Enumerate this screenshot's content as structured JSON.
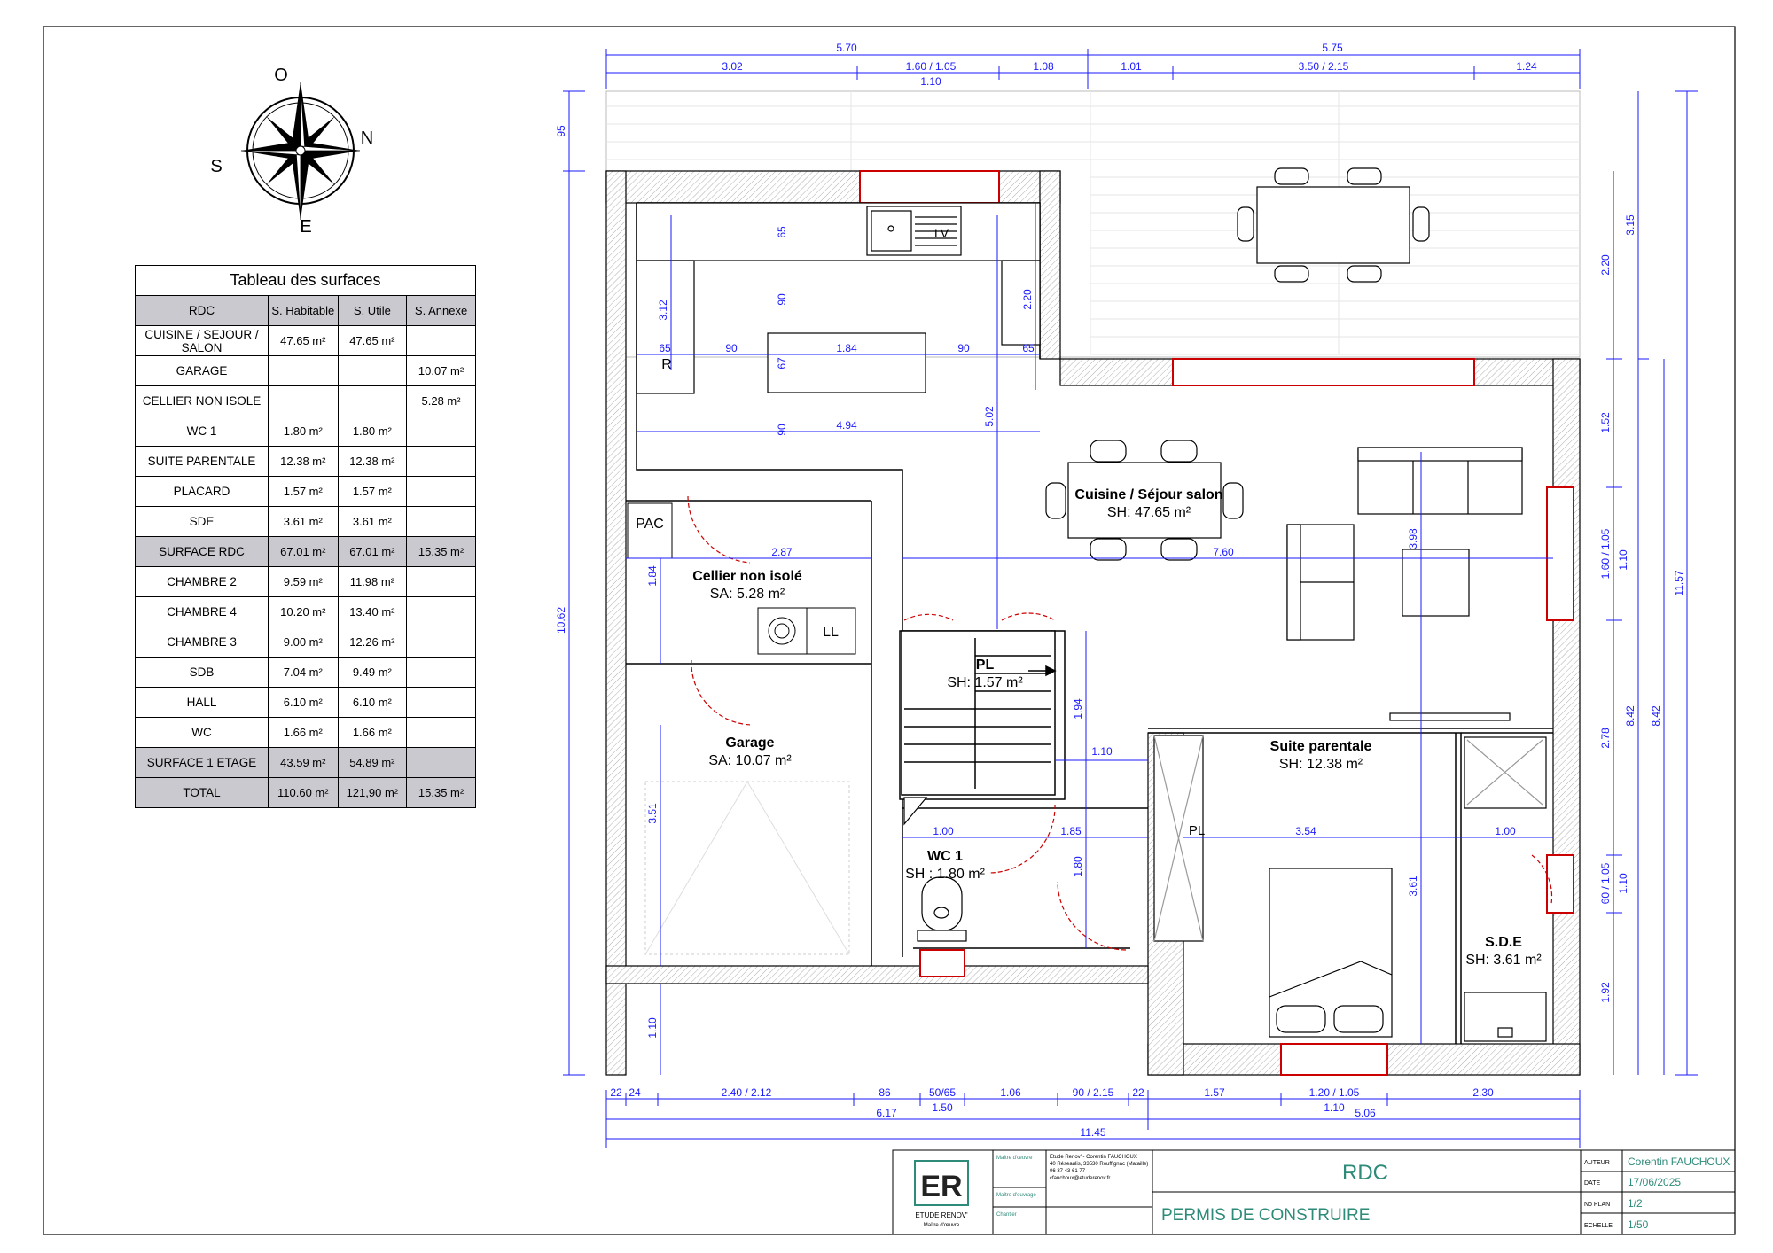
{
  "compass": {
    "north": "N",
    "south": "S",
    "east": "E",
    "west": "O"
  },
  "surface_table": {
    "title": "Tableau des surfaces",
    "headers": [
      "RDC",
      "S. Habitable",
      "S. Utile",
      "S. Annexe"
    ],
    "rows": [
      {
        "name": "CUISINE / SEJOUR / SALON",
        "sh": "47.65 m²",
        "su": "47.65 m²",
        "sa": "",
        "total": false
      },
      {
        "name": "GARAGE",
        "sh": "",
        "su": "",
        "sa": "10.07 m²",
        "total": false
      },
      {
        "name": "CELLIER NON ISOLE",
        "sh": "",
        "su": "",
        "sa": "5.28 m²",
        "total": false
      },
      {
        "name": "WC 1",
        "sh": "1.80 m²",
        "su": "1.80 m²",
        "sa": "",
        "total": false
      },
      {
        "name": "SUITE PARENTALE",
        "sh": "12.38 m²",
        "su": "12.38 m²",
        "sa": "",
        "total": false
      },
      {
        "name": "PLACARD",
        "sh": "1.57 m²",
        "su": "1.57 m²",
        "sa": "",
        "total": false
      },
      {
        "name": "SDE",
        "sh": "3.61 m²",
        "su": "3.61 m²",
        "sa": "",
        "total": false
      },
      {
        "name": "SURFACE RDC",
        "sh": "67.01 m²",
        "su": "67.01 m²",
        "sa": "15.35 m²",
        "total": true
      },
      {
        "name": "CHAMBRE 2",
        "sh": "9.59 m²",
        "su": "11.98 m²",
        "sa": "",
        "total": false
      },
      {
        "name": "CHAMBRE 4",
        "sh": "10.20 m²",
        "su": "13.40 m²",
        "sa": "",
        "total": false
      },
      {
        "name": "CHAMBRE 3",
        "sh": "9.00 m²",
        "su": "12.26 m²",
        "sa": "",
        "total": false
      },
      {
        "name": "SDB",
        "sh": "7.04 m²",
        "su": "9.49 m²",
        "sa": "",
        "total": false
      },
      {
        "name": "HALL",
        "sh": "6.10 m²",
        "su": "6.10 m²",
        "sa": "",
        "total": false
      },
      {
        "name": "WC",
        "sh": "1.66 m²",
        "su": "1.66 m²",
        "sa": "",
        "total": false
      },
      {
        "name": "SURFACE 1 ETAGE",
        "sh": "43.59 m²",
        "su": "54.89 m²",
        "sa": "",
        "total": true
      },
      {
        "name": "TOTAL",
        "sh": "110.60 m²",
        "su": "121,90 m²",
        "sa": "15.35 m²",
        "total": true
      }
    ]
  },
  "rooms": {
    "cuisine": {
      "name": "Cuisine / Séjour salon",
      "area": "SH: 47.65 m²"
    },
    "cellier": {
      "name": "Cellier non isolé",
      "area": "SA: 5.28 m²"
    },
    "garage": {
      "name": "Garage",
      "area": "SA: 10.07 m²"
    },
    "pl": {
      "name": "PL",
      "area": "SH: 1.57 m²"
    },
    "wc1": {
      "name": "WC 1",
      "area": "SH : 1.80 m²"
    },
    "suite": {
      "name": "Suite parentale",
      "area": "SH: 12.38 m²"
    },
    "sde": {
      "name": "S.D.E",
      "area": "SH: 3.61 m²"
    },
    "small": {
      "pac": "PAC",
      "ll": "LL",
      "lv": "LV",
      "r": "R",
      "pl2": "PL"
    }
  },
  "dimensions": {
    "top_outer_left": "5.70",
    "top_outer_right": "5.75",
    "top_row": [
      "3.02",
      "1.60 / 1.05",
      "1.08",
      "1.01",
      "3.50 / 2.15",
      "1.24"
    ],
    "top_sub": "1.10",
    "left_95": "95",
    "left_total": "10.62",
    "right_total_1": "11.57",
    "right_842_a": "8.42",
    "right_842_b": "8.42",
    "right_column": [
      "3.15",
      "2.20",
      "1.52",
      "1.60 / 1.05",
      "1.10",
      "2.78",
      "60 / 1.05",
      "1.10",
      "1.92"
    ],
    "bottom_row": [
      "22",
      "24",
      "2.40 / 2.12",
      "86",
      "50/65",
      "1.50",
      "1.06",
      "90 / 2.15",
      "22",
      "1.57",
      "1.20 / 1.05",
      "1.10",
      "2.30"
    ],
    "bottom_mid_left": "6.17",
    "bottom_mid_right": "5.06",
    "bottom_total": "11.45",
    "interior": {
      "kitchen_65_top": "65",
      "kitchen_90_v": "90",
      "kitchen_312": "3.12",
      "kitchen_220": "2.20",
      "kitchen_h": [
        "65",
        "90",
        "1.84",
        "90",
        "65"
      ],
      "kitchen_67": "67",
      "kitchen_90_v2": "90",
      "kitchen_494": "4.94",
      "k502": "5.02",
      "cellier_287": "2.87",
      "cellier_184": "1.84",
      "living_760": "7.60",
      "living_398": "3.98",
      "pl_194": "1.94",
      "pl_110": "1.10",
      "wc_100": "1.00",
      "wc_185": "1.85",
      "wc_180": "1.80",
      "suite_354": "3.54",
      "suite_361": "3.61",
      "sde_100": "1.00",
      "garage_351": "3.51",
      "garage_110": "1.10"
    }
  },
  "title_block": {
    "company": "ETUDE RENOV'",
    "company_sub": "Maître d'œuvre",
    "role1_label": "Maître d'œuvre",
    "role1_text": [
      "Etude Renov' - Corentin FAUCHOUX",
      "40 Réseaulis, 33530 Rouffignac (Mataille)",
      "06 37 43 61 77",
      "cfauchoux@etuderenov.fr"
    ],
    "role2_label": "Maître d'ouvrage",
    "role3_label": "Chantier",
    "plan_title": "RDC",
    "permit": "PERMIS DE CONSTRUIRE",
    "fields": [
      {
        "label": "AUTEUR",
        "value": "Corentin FAUCHOUX"
      },
      {
        "label": "DATE",
        "value": "17/06/2025"
      },
      {
        "label": "No PLAN",
        "value": "1/2"
      },
      {
        "label": "ECHELLE",
        "value": "1/50"
      }
    ],
    "accent": "#2e8b7a"
  },
  "colors": {
    "dimension": "#1a1aff",
    "window": "#cc0000",
    "wall_hatch": "#888888"
  }
}
